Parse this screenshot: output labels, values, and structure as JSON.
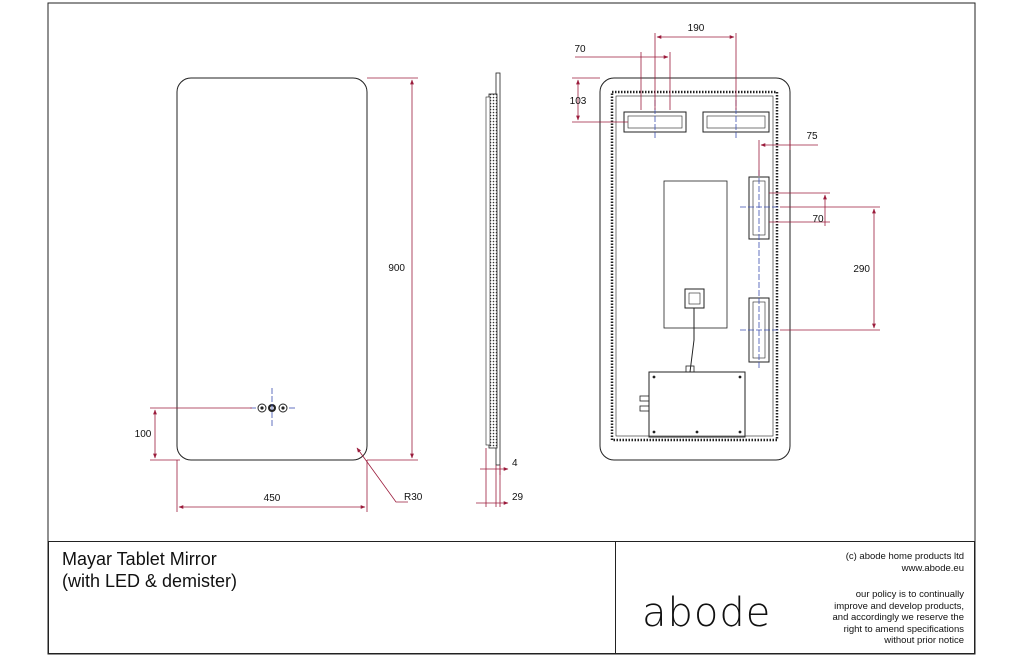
{
  "drawing": {
    "front_view": {
      "height": "900",
      "width": "450",
      "switch_height": "100",
      "corner_radius": "R30"
    },
    "side_view": {
      "glass_depth": "4",
      "total_depth": "29"
    },
    "rear_view": {
      "demister_pad_spacing": "190",
      "demister_pad_width": "70",
      "top_offset": "103",
      "led_driver_offset": "75",
      "led_driver_width": "70",
      "led_driver_spacing": "290"
    }
  },
  "title_block": {
    "product_name": "Mayar Tablet Mirror",
    "product_subtitle": "(with LED & demister)",
    "brand": "abode",
    "copyright": "(c) abode home products ltd",
    "website": "www.abode.eu",
    "policy_lines": [
      "our policy is to continually",
      "improve and develop products,",
      "and accordingly we reserve the",
      "right to amend specifications",
      "without prior notice"
    ]
  },
  "colors": {
    "dimension_line": "#9b1c3c",
    "centre_line": "#3b4fb0",
    "outline": "#222222"
  }
}
